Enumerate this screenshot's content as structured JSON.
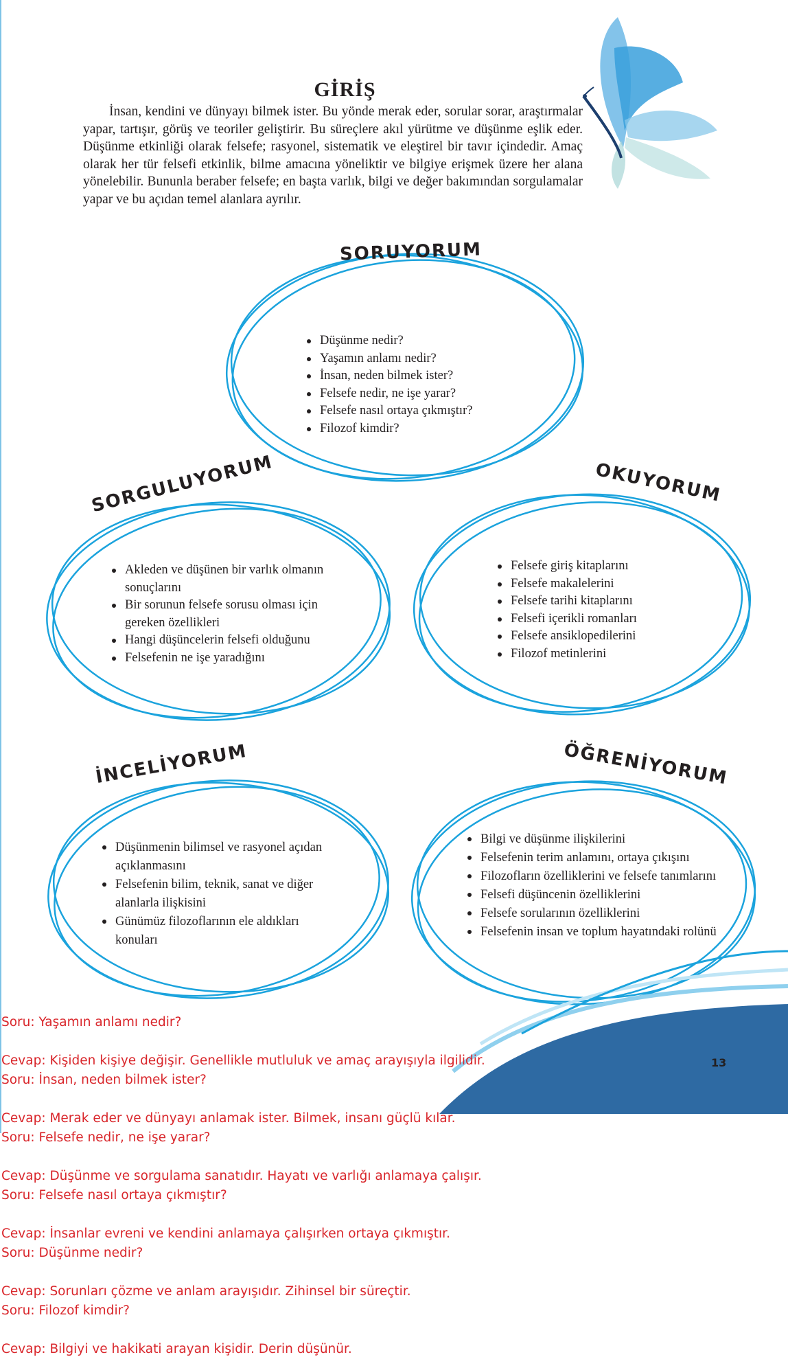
{
  "page": {
    "title": "GİRİŞ",
    "intro": "İnsan, kendini ve dünyayı bilmek ister. Bu yönde merak eder, sorular sorar, araştırmalar yapar, tartışır, görüş ve teoriler geliştirir. Bu süreçlere akıl yürütme ve düşünme eşlik eder. Düşünme etkinliği olarak felsefe; rasyonel, sistematik ve eleştirel bir tavır içindedir. Amaç olarak her tür felsefi etkinlik, bilme amacına yöneliktir ve bilgiye erişmek üzere her alana yönelebilir. Bununla beraber felsefe; en başta varlık, bilgi ve değer bakımından sorgulamalar yapar ve bu açıdan temel alanlara ayrılır.",
    "page_number": "13"
  },
  "colors": {
    "circle_stroke": "#1ba3dd",
    "wave_dark": "#2e6aa3",
    "wave_light": "#8fd0ee",
    "qa_text": "#d9262b"
  },
  "sections": {
    "soruyorum": {
      "heading": "SORUYORUM",
      "items": [
        "Düşünme nedir?",
        "Yaşamın anlamı nedir?",
        "İnsan, neden bilmek ister?",
        "Felsefe nedir, ne işe yarar?",
        "Felsefe nasıl ortaya çıkmıştır?",
        "Filozof kimdir?"
      ]
    },
    "sorguluyorum": {
      "heading": "SORGULUYORUM",
      "items": [
        "Akleden ve düşünen bir varlık olmanın sonuçlarını",
        "Bir sorunun felsefe sorusu olması için gereken özellikleri",
        "Hangi düşüncelerin felsefi olduğunu",
        "Felsefenin ne işe yaradığını"
      ]
    },
    "okuyorum": {
      "heading": "OKUYORUM",
      "items": [
        "Felsefe giriş kitaplarını",
        "Felsefe makalelerini",
        "Felsefe tarihi kitaplarını",
        "Felsefi içerikli romanları",
        "Felsefe ansiklopedilerini",
        "Filozof metinlerini"
      ]
    },
    "inceliyorum": {
      "heading": "İNCELİYORUM",
      "items": [
        "Düşünmenin bilimsel ve rasyonel açıdan açıklanmasını",
        "Felsefenin bilim, teknik, sanat ve diğer alanlarla ilişkisini",
        "Günümüz filozoflarının ele aldıkları konuları"
      ]
    },
    "ogreniyorum": {
      "heading": "ÖĞRENİYORUM",
      "items": [
        "Bilgi ve düşünme ilişkilerini",
        "Felsefenin terim anlamını, ortaya çıkışını",
        "Filozofların özelliklerini ve felsefe tanımlarını",
        "Felsefi düşüncenin özelliklerini",
        "Felsefe sorularının özelliklerini",
        "Felsefenin insan ve toplum hayatındaki rolünü"
      ]
    }
  },
  "qa": [
    {
      "q": "Soru: Yaşamın anlamı nedir?",
      "a": "Cevap: Kişiden kişiye değişir. Genellikle mutluluk ve amaç arayışıyla ilgilidir."
    },
    {
      "q": "Soru: İnsan, neden bilmek ister?",
      "a": "Cevap: Merak eder ve dünyayı anlamak ister. Bilmek, insanı güçlü kılar."
    },
    {
      "q": "Soru: Felsefe nedir, ne işe yarar?",
      "a": "Cevap: Düşünme ve sorgulama sanatıdır. Hayatı ve varlığı anlamaya çalışır."
    },
    {
      "q": "Soru: Felsefe nasıl ortaya çıkmıştır?",
      "a": "Cevap: İnsanlar evreni ve kendini anlamaya çalışırken ortaya çıkmıştır."
    },
    {
      "q": "Soru: Düşünme nedir?",
      "a": "Cevap: Sorunları çözme ve anlam arayışıdır. Zihinsel bir süreçtir."
    },
    {
      "q": "Soru: Filozof kimdir?",
      "a": "Cevap: Bilgiyi ve hakikati arayan kişidir. Derin düşünür."
    }
  ]
}
